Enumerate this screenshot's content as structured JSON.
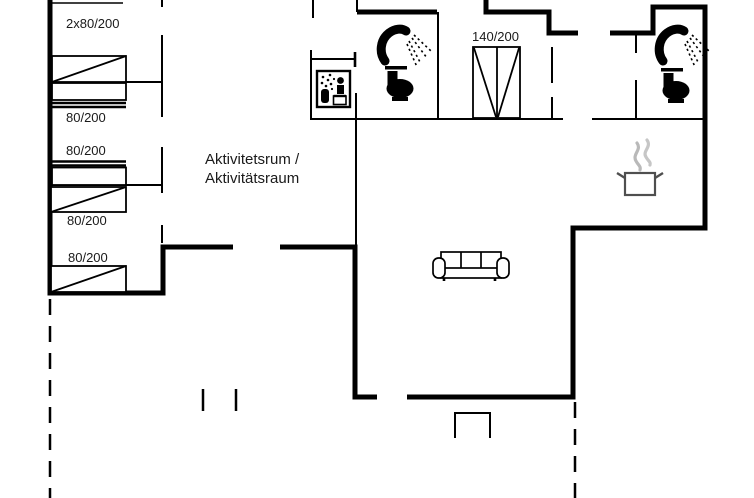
{
  "plan": {
    "type": "floor-plan",
    "labels": {
      "bunk_bed": "2x80/200",
      "bed_1": "80/200",
      "bed_2": "80/200",
      "bed_3": "80/200",
      "bed_4": "80/200",
      "wardrobe": "140/200",
      "activity_room_line1": "Aktivitetsrum /",
      "activity_room_line2": "Aktivitätsraum"
    },
    "icons": [
      "sauna-icon",
      "shower-icon-bath1",
      "toilet-icon-bath1",
      "shower-icon-bath2",
      "toilet-icon-bath2",
      "cooking-pot-icon",
      "sofa-symbol",
      "wardrobe-symbol"
    ],
    "colors": {
      "wall": "#000000",
      "text": "#1a1a1a",
      "pot_outline": "#4f4f4f",
      "steam": "#b9b9b9",
      "background": "#ffffff"
    }
  }
}
